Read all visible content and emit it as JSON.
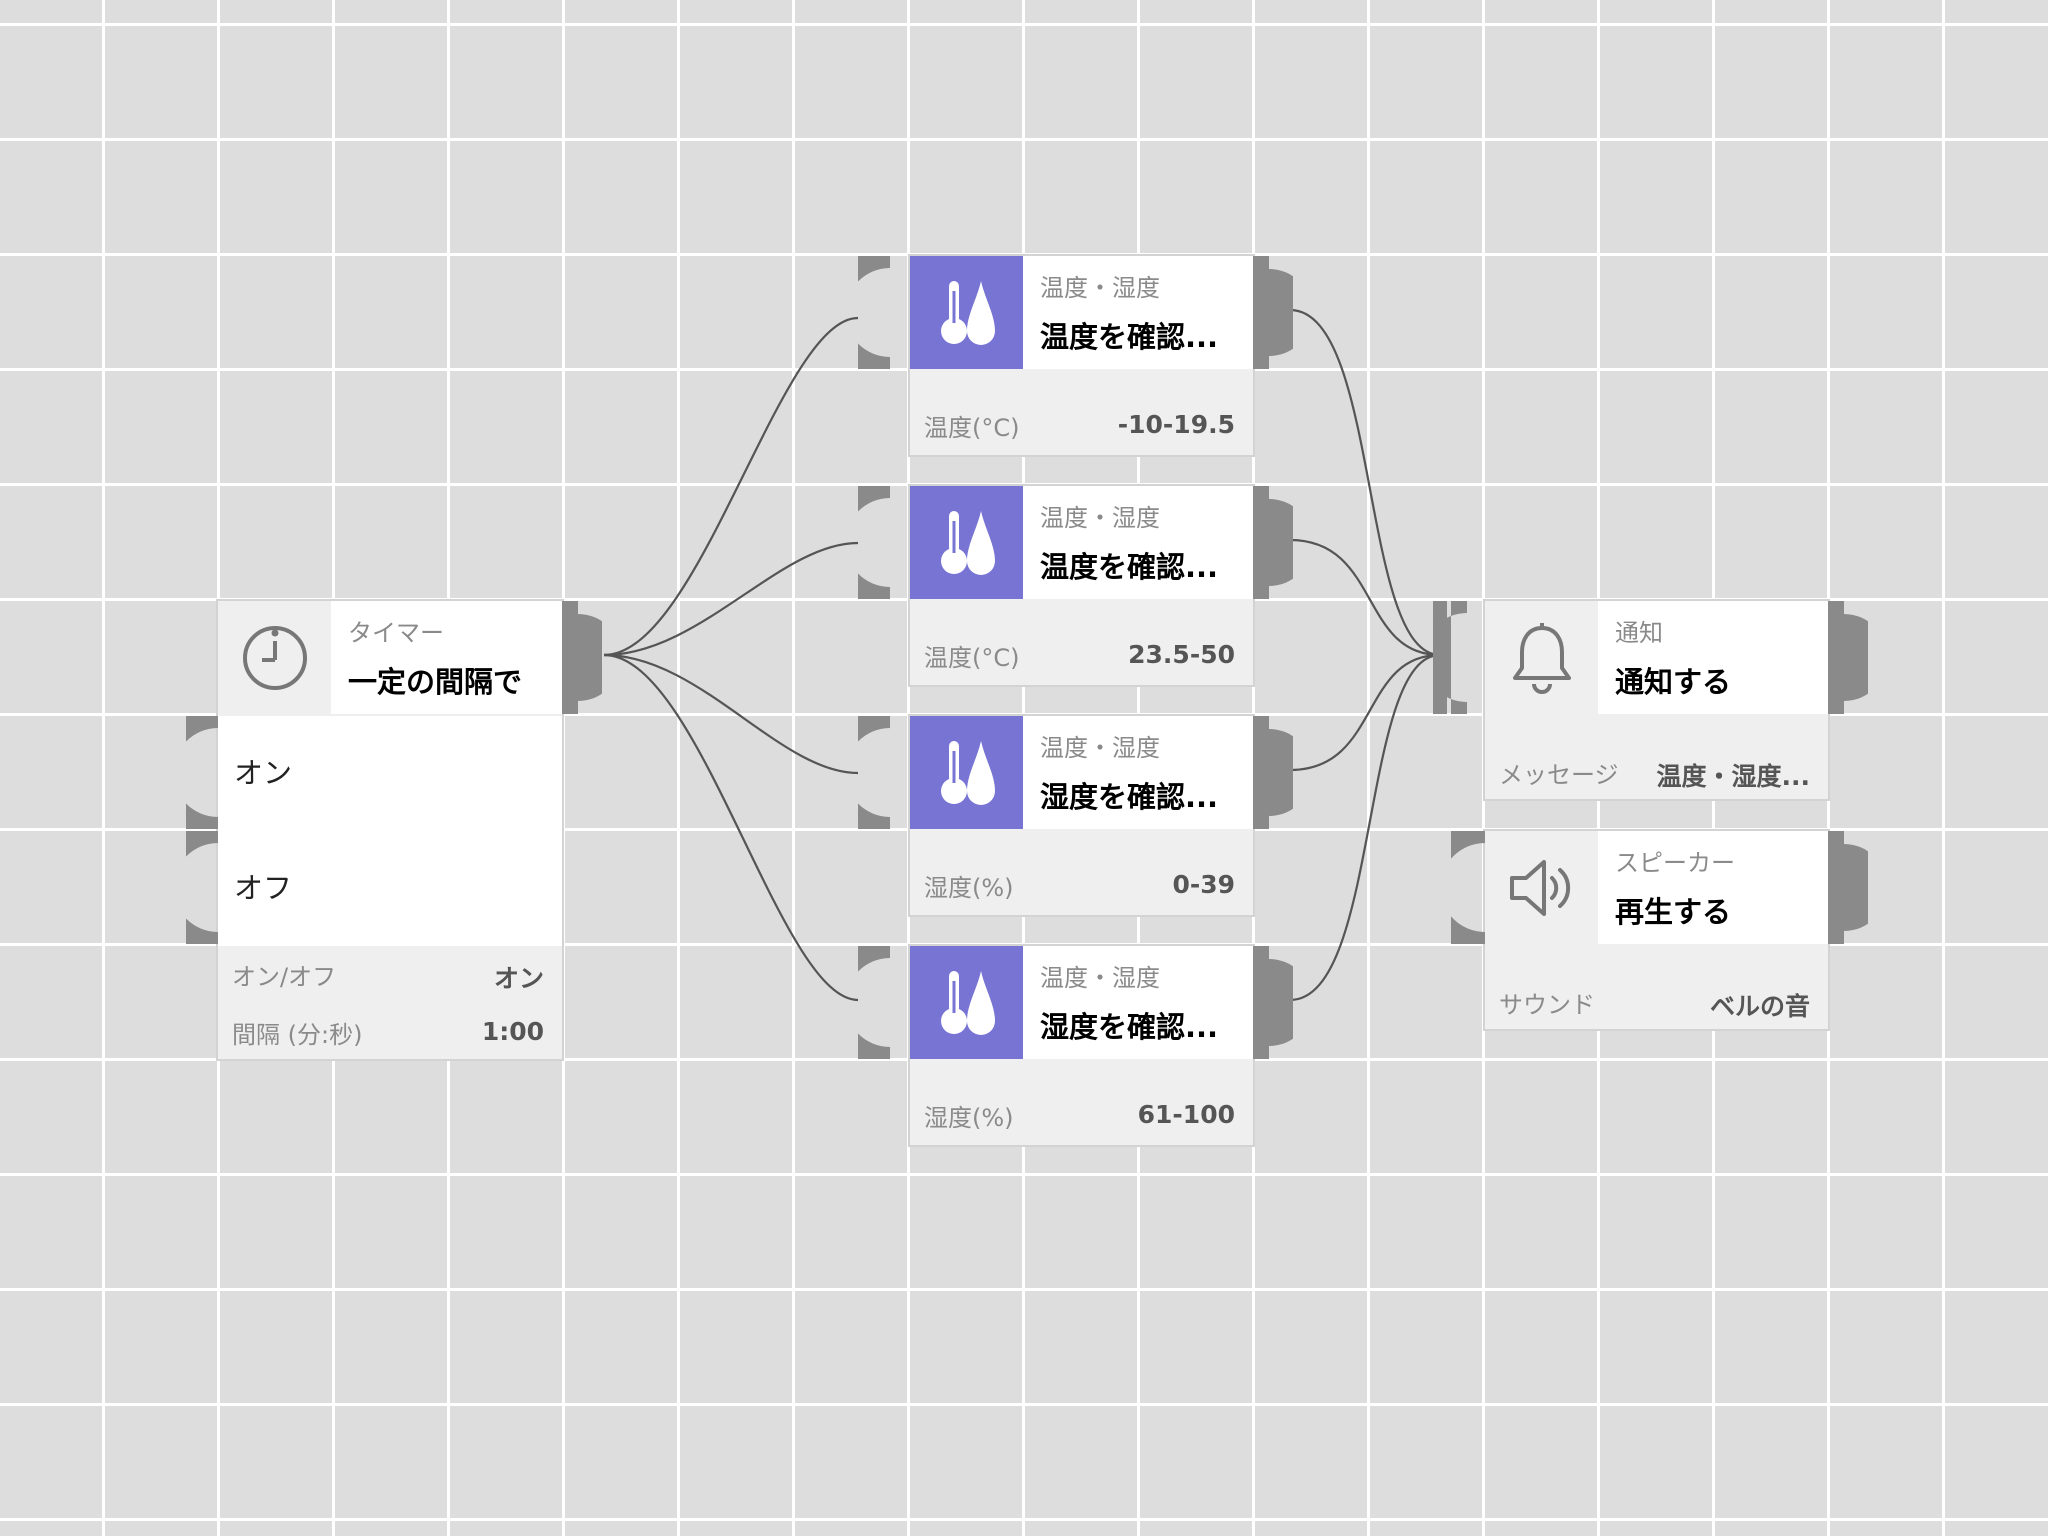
{
  "timer": {
    "category": "タイマー",
    "title": "一定の間隔で",
    "icon": "clock-icon",
    "outputs": [
      "オン",
      "オフ"
    ],
    "props": [
      {
        "key": "オン/オフ",
        "value": "オン"
      },
      {
        "key": "間隔 (分:秒)",
        "value": "1:00"
      }
    ]
  },
  "sensors": [
    {
      "category": "温度・湿度",
      "title": "温度を確認...",
      "icon": "thermometer-droplet-icon",
      "prop_key": "温度(°C)",
      "prop_value": "-10-19.5"
    },
    {
      "category": "温度・湿度",
      "title": "温度を確認...",
      "icon": "thermometer-droplet-icon",
      "prop_key": "温度(°C)",
      "prop_value": "23.5-50"
    },
    {
      "category": "温度・湿度",
      "title": "湿度を確認...",
      "icon": "thermometer-droplet-icon",
      "prop_key": "湿度(%)",
      "prop_value": "0-39"
    },
    {
      "category": "温度・湿度",
      "title": "湿度を確認...",
      "icon": "thermometer-droplet-icon",
      "prop_key": "湿度(%)",
      "prop_value": "61-100"
    }
  ],
  "notify": {
    "category": "通知",
    "title": "通知する",
    "icon": "bell-icon",
    "prop_key": "メッセージ",
    "prop_value": "温度・湿度..."
  },
  "speaker": {
    "category": "スピーカー",
    "title": "再生する",
    "icon": "speaker-icon",
    "prop_key": "サウンド",
    "prop_value": "ベルの音"
  },
  "colors": {
    "background": "#dddddd",
    "grid": "#ffffff",
    "sensor_accent": "#7774d4",
    "socket": "#8a8a8a"
  }
}
